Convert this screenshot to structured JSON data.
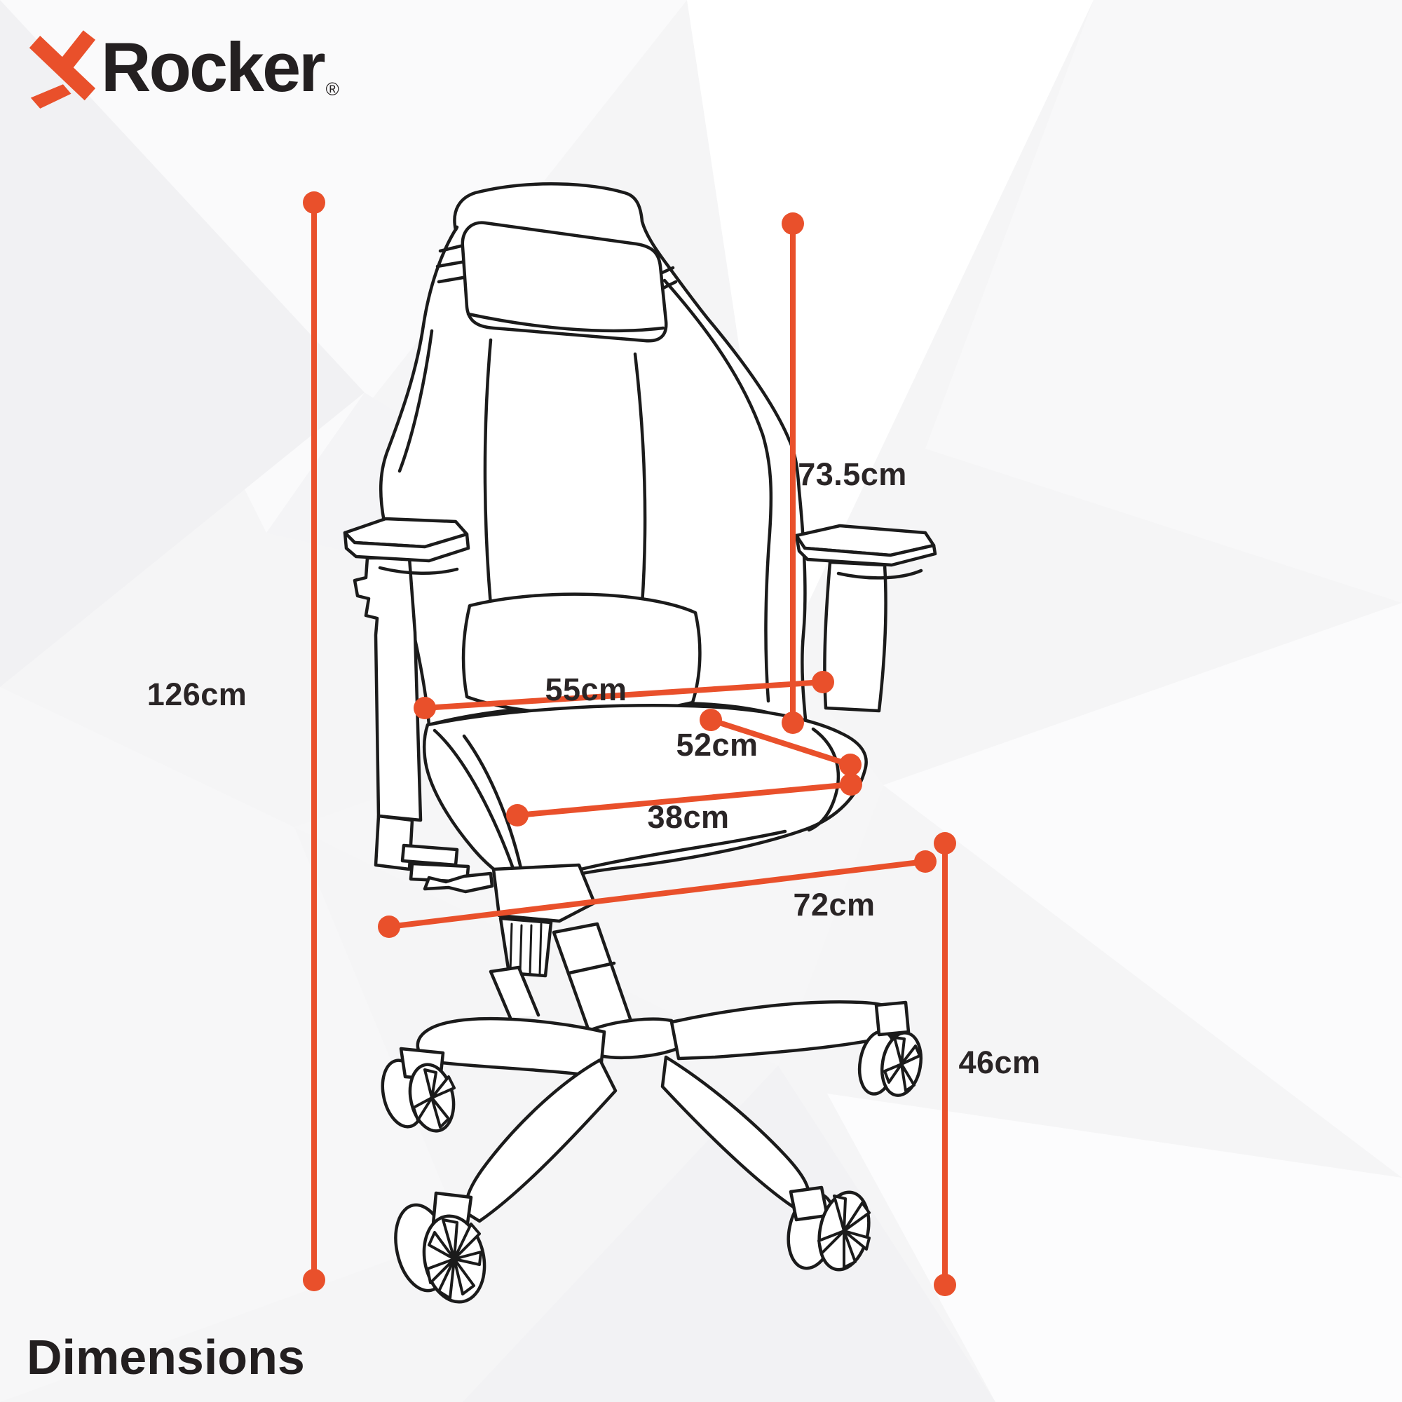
{
  "brand": {
    "name": "Rocker",
    "registered": "®"
  },
  "title": "Dimensions",
  "colors": {
    "accent": "#E9502B",
    "ink": "#2A2526",
    "line_art": "#1B1B1B"
  },
  "measurements": [
    {
      "id": "total-height",
      "label": "126cm"
    },
    {
      "id": "backrest-height",
      "label": "73.5cm"
    },
    {
      "id": "back-width",
      "label": "55cm"
    },
    {
      "id": "seat-depth",
      "label": "52cm"
    },
    {
      "id": "seat-width",
      "label": "38cm"
    },
    {
      "id": "base-width",
      "label": "72cm"
    },
    {
      "id": "seat-height",
      "label": "46cm"
    }
  ]
}
